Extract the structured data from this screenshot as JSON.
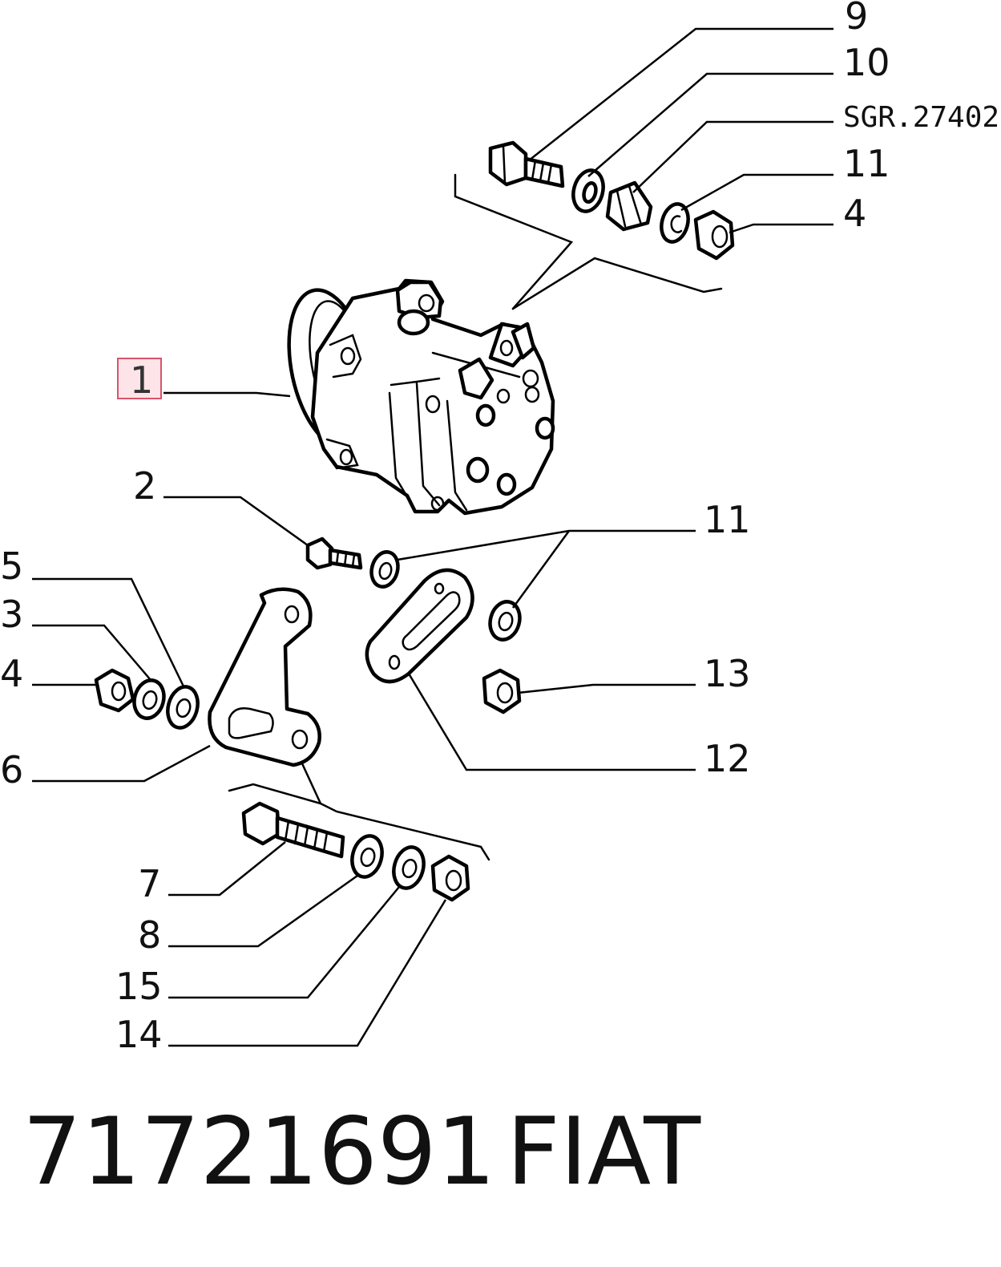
{
  "callouts": [
    {
      "id": "9",
      "label": "9"
    },
    {
      "id": "10",
      "label": "10"
    },
    {
      "id": "sgr",
      "label": "SGR.27402"
    },
    {
      "id": "11a",
      "label": "11"
    },
    {
      "id": "4a",
      "label": "4"
    },
    {
      "id": "1",
      "label": "1",
      "highlighted": true
    },
    {
      "id": "2",
      "label": "2"
    },
    {
      "id": "11b",
      "label": "11"
    },
    {
      "id": "5",
      "label": "5"
    },
    {
      "id": "3",
      "label": "3"
    },
    {
      "id": "4b",
      "label": "4"
    },
    {
      "id": "13",
      "label": "13"
    },
    {
      "id": "6",
      "label": "6"
    },
    {
      "id": "12",
      "label": "12"
    },
    {
      "id": "7",
      "label": "7"
    },
    {
      "id": "8",
      "label": "8"
    },
    {
      "id": "15",
      "label": "15"
    },
    {
      "id": "14",
      "label": "14"
    }
  ],
  "footer": {
    "part_number": "71721691",
    "brand": "FIAT"
  },
  "colors": {
    "line": "#000000",
    "highlight_fill": "#fde4e8",
    "highlight_border": "#d9536b"
  }
}
